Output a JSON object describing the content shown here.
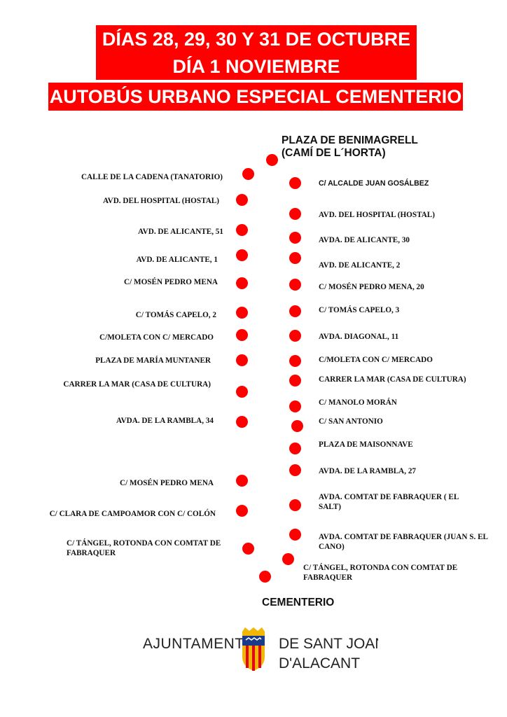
{
  "header": {
    "line1": "DÍAS 28, 29, 30 Y 31 DE OCTUBRE",
    "line2": "DÍA 1 NOVIEMBRE",
    "line3": "AUTOBÚS URBANO ESPECIAL CEMENTERIO"
  },
  "route": {
    "origin_line1": "PLAZA DE BENIMAGRELL",
    "origin_line2": "(CAMÍ DE L´HORTA)",
    "destination": "CEMENTERIO",
    "left_stops": [
      "CALLE DE LA CADENA (TANATORIO)",
      "AVD. DEL HOSPITAL (HOSTAL)",
      "AVD. DE ALICANTE, 51",
      "AVD. DE ALICANTE, 1",
      "C/ MOSÉN PEDRO MENA",
      "C/ TOMÁS CAPELO, 2",
      "C/MOLETA CON C/ MERCADO",
      "PLAZA DE MARÍA MUNTANER",
      "CARRER LA MAR (CASA DE CULTURA)",
      "AVDA. DE LA RAMBLA, 34",
      "C/ MOSÉN PEDRO MENA",
      "C/ CLARA DE CAMPOAMOR CON C/ COLÓN",
      "C/ TÁNGEL, ROTONDA CON COMTAT DE FABRAQUER"
    ],
    "right_stops": [
      "C/ ALCALDE JUAN GOSÁLBEZ",
      "AVD. DEL HOSPITAL (HOSTAL)",
      "AVDA. DE ALICANTE, 30",
      "AVD. DE ALICANTE, 2",
      "C/ MOSÉN PEDRO MENA, 20",
      "C/ TOMÁS CAPELO, 3",
      "AVDA. DIAGONAL, 11",
      "C/MOLETA CON C/ MERCADO",
      "CARRER LA MAR (CASA DE CULTURA)",
      "C/ MANOLO MORÁN",
      "C/ SAN ANTONIO",
      "PLAZA DE MAISONNAVE",
      "AVDA. DE LA RAMBLA, 27",
      "AVDA. COMTAT DE FABRAQUER ( EL SALT)",
      "AVDA. COMTAT DE FABRAQUER (JUAN S. EL CANO)",
      "C/ TÁNGEL, ROTONDA CON COMTAT DE FABRAQUER"
    ]
  },
  "logo": {
    "text_left": "AJUNTAMENT",
    "text_right_line1": "DE SANT JOAN",
    "text_right_line2": "D'ALACANT",
    "icon": "coat-of-arms-icon"
  },
  "colors": {
    "accent_red": "#ff0000",
    "text": "#111111",
    "logo_blue": "#1a3a8a",
    "logo_gold": "#f2b705"
  }
}
